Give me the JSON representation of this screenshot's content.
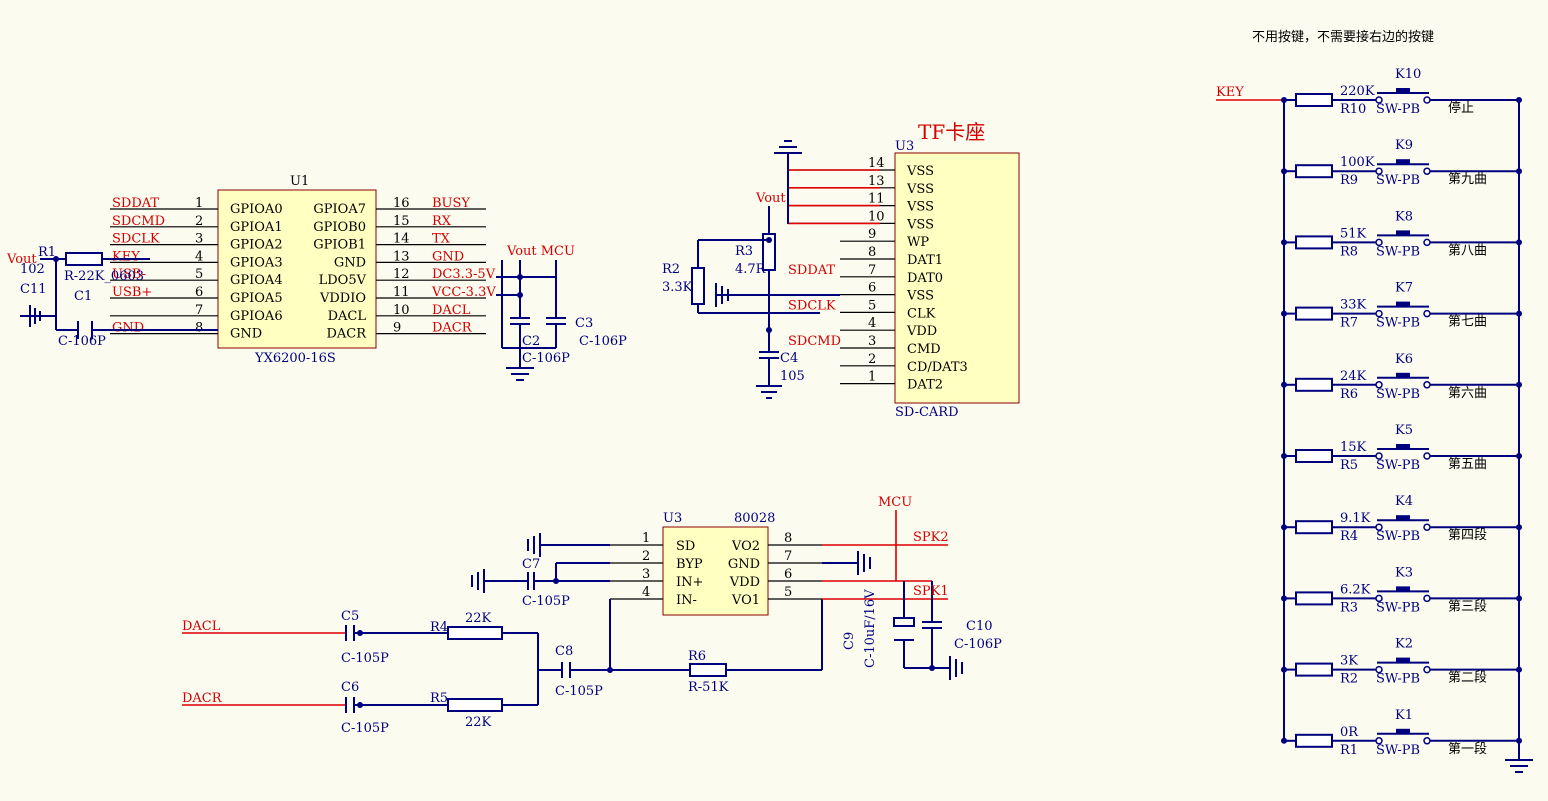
{
  "note": "不用按键，不需要接右边的按键",
  "u1": {
    "ref": "U1",
    "part": "YX6200-16S",
    "left_pins": [
      {
        "num": "1",
        "name": "GPIOA0",
        "net": "SDDAT"
      },
      {
        "num": "2",
        "name": "GPIOA1",
        "net": "SDCMD"
      },
      {
        "num": "3",
        "name": "GPIOA2",
        "net": "SDCLK"
      },
      {
        "num": "4",
        "name": "GPIOA3",
        "net": "KEY"
      },
      {
        "num": "5",
        "name": "GPIOA4",
        "net": "USB-"
      },
      {
        "num": "6",
        "name": "GPIOA5",
        "net": "USB+"
      },
      {
        "num": "7",
        "name": "GPIOA6",
        "net": ""
      },
      {
        "num": "8",
        "name": "GND",
        "net": "GND"
      }
    ],
    "right_pins": [
      {
        "num": "16",
        "name": "GPIOA7",
        "net": "BUSY"
      },
      {
        "num": "15",
        "name": "GPIOB0",
        "net": "RX"
      },
      {
        "num": "14",
        "name": "GPIOB1",
        "net": "TX"
      },
      {
        "num": "13",
        "name": "GND",
        "net": "GND"
      },
      {
        "num": "12",
        "name": "LDO5V",
        "net": "DC3.3-5V"
      },
      {
        "num": "11",
        "name": "VDDIO",
        "net": "VCC-3.3V"
      },
      {
        "num": "10",
        "name": "DACL",
        "net": "DACL"
      },
      {
        "num": "9",
        "name": "DACR",
        "net": "DACR"
      }
    ]
  },
  "u1_parts": {
    "vout": "Vout",
    "r1_ref": "R1",
    "r1_val": "102",
    "r1_part": "R-22K_0603",
    "c11": "C11",
    "c1": "C1",
    "c1_val": "C-106P",
    "vout_mcu": "Vout MCU",
    "c2": "C2",
    "c2_val": "C-106P",
    "c3": "C3",
    "c3_val": "C-106P"
  },
  "tf": {
    "title": "TF卡座",
    "ref": "U3",
    "part": "SD-CARD",
    "pins": [
      {
        "num": "14",
        "name": "VSS",
        "net": ""
      },
      {
        "num": "13",
        "name": "VSS",
        "net": ""
      },
      {
        "num": "11",
        "name": "VSS",
        "net": ""
      },
      {
        "num": "10",
        "name": "VSS",
        "net": ""
      },
      {
        "num": "9",
        "name": "WP",
        "net": ""
      },
      {
        "num": "8",
        "name": "DAT1",
        "net": ""
      },
      {
        "num": "7",
        "name": "DAT0",
        "net": "SDDAT"
      },
      {
        "num": "6",
        "name": "VSS",
        "net": ""
      },
      {
        "num": "5",
        "name": "CLK",
        "net": "SDCLK"
      },
      {
        "num": "4",
        "name": "VDD",
        "net": ""
      },
      {
        "num": "3",
        "name": "CMD",
        "net": "SDCMD"
      },
      {
        "num": "2",
        "name": "CD/DAT3",
        "net": ""
      },
      {
        "num": "1",
        "name": "DAT2",
        "net": ""
      }
    ],
    "vout": "Vout",
    "r2": "R2",
    "r2_val": "3.3K",
    "r3": "R3",
    "r3_val": "4.7R",
    "c4": "C4",
    "c4_val": "105"
  },
  "amp": {
    "ref": "U3",
    "part": "80028",
    "left_pins": [
      {
        "num": "1",
        "name": "SD"
      },
      {
        "num": "2",
        "name": "BYP"
      },
      {
        "num": "3",
        "name": "IN+"
      },
      {
        "num": "4",
        "name": "IN-"
      }
    ],
    "right_pins": [
      {
        "num": "8",
        "name": "VO2"
      },
      {
        "num": "7",
        "name": "GND"
      },
      {
        "num": "6",
        "name": "VDD"
      },
      {
        "num": "5",
        "name": "VO1"
      }
    ],
    "mcu": "MCU",
    "spk2": "SPK2",
    "spk1": "SPK1",
    "c7": "C7",
    "c7_val": "C-105P",
    "dacl": "DACL",
    "dacr": "DACR",
    "c5": "C5",
    "c5_val": "C-105P",
    "c6": "C6",
    "c6_val": "C-105P",
    "r4": "R4",
    "r4_val": "22K",
    "r5": "R5",
    "r5_val": "22K",
    "c8": "C8",
    "c8_val": "C-105P",
    "r6": "R6",
    "r6_val": "R-51K",
    "c9": "C9",
    "c9_val": "C-10uF/16V",
    "c10": "C10",
    "c10_val": "C-106P"
  },
  "keys": {
    "net": "KEY",
    "rows": [
      {
        "k": "K10",
        "rv": "220K",
        "r": "R10",
        "sw": "SW-PB",
        "label": "停止"
      },
      {
        "k": "K9",
        "rv": "100K",
        "r": "R9",
        "sw": "SW-PB",
        "label": "第九曲"
      },
      {
        "k": "K8",
        "rv": "51K",
        "r": "R8",
        "sw": "SW-PB",
        "label": "第八曲"
      },
      {
        "k": "K7",
        "rv": "33K",
        "r": "R7",
        "sw": "SW-PB",
        "label": "第七曲"
      },
      {
        "k": "K6",
        "rv": "24K",
        "r": "R6",
        "sw": "SW-PB",
        "label": "第六曲"
      },
      {
        "k": "K5",
        "rv": "15K",
        "r": "R5",
        "sw": "SW-PB",
        "label": "第五曲"
      },
      {
        "k": "K4",
        "rv": "9.1K",
        "r": "R4",
        "sw": "SW-PB",
        "label": "第四段"
      },
      {
        "k": "K3",
        "rv": "6.2K",
        "r": "R3",
        "sw": "SW-PB",
        "label": "第三段"
      },
      {
        "k": "K2",
        "rv": "3K",
        "r": "R2",
        "sw": "SW-PB",
        "label": "第二段"
      },
      {
        "k": "K1",
        "rv": "0R",
        "r": "R1",
        "sw": "SW-PB",
        "label": "第一段"
      }
    ]
  }
}
